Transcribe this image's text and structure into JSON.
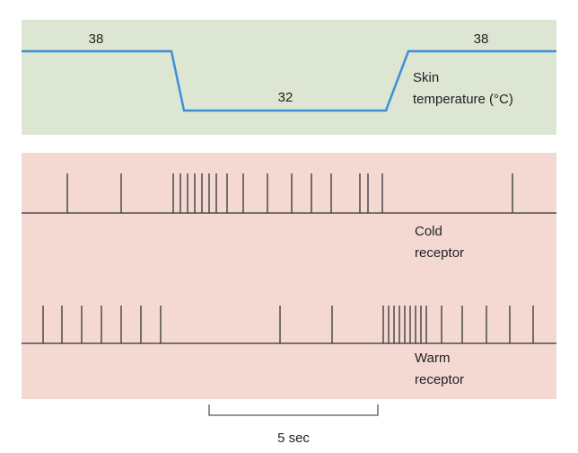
{
  "temperature_panel": {
    "label_line1": "Skin",
    "label_line2": "temperature (°C)",
    "values": {
      "start": "38",
      "middle": "32",
      "end": "38"
    },
    "panel_color": "#dde6d3",
    "trace_color": "#3d8fd8"
  },
  "cold_receptor": {
    "label_line1": "Cold",
    "label_line2": "receptor",
    "panel_color": "#f4d9d3",
    "spike_count": 19
  },
  "warm_receptor": {
    "label_line1": "Warm",
    "label_line2": "receptor",
    "spike_count": 25
  },
  "scale_bar": {
    "label": "5 sec"
  }
}
